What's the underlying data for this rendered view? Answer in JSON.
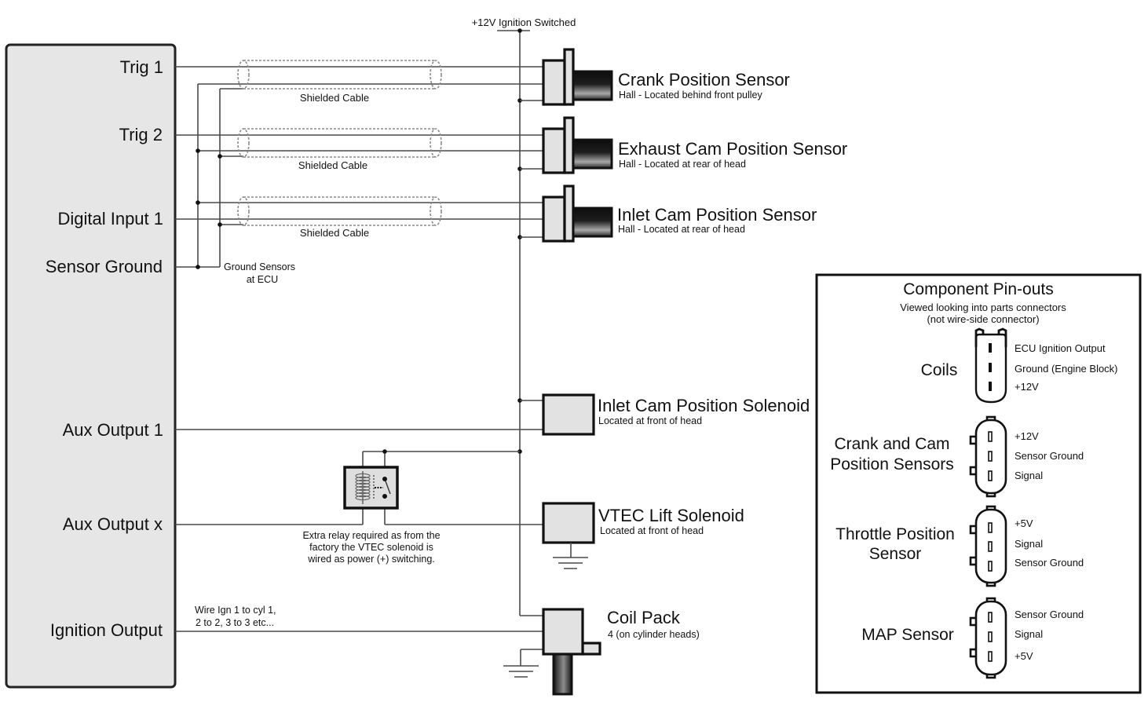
{
  "diagram": {
    "power_label": "+12V Ignition Switched",
    "ecu": {
      "pins": [
        "Trig 1",
        "Trig 2",
        "Digital Input 1",
        "Sensor Ground",
        "Aux Output 1",
        "Aux Output x",
        "Ignition Output"
      ]
    },
    "shielded_cable_labels": [
      "Shielded Cable",
      "Shielded Cable",
      "Shielded Cable"
    ],
    "ground_note": [
      "Ground Sensors",
      "at ECU"
    ],
    "sensors": [
      {
        "name": "Crank Position Sensor",
        "note": "Hall - Located behind front pulley"
      },
      {
        "name": "Exhaust Cam Position Sensor",
        "note": "Hall - Located at rear of head"
      },
      {
        "name": "Inlet Cam Position Sensor",
        "note": "Hall - Located at rear of head"
      }
    ],
    "solenoids": [
      {
        "name": "Inlet Cam Position Solenoid",
        "note": "Located at front of head"
      },
      {
        "name": "VTEC Lift Solenoid",
        "note": "Located at front of head"
      }
    ],
    "relay_note": [
      "Extra relay required as from the",
      "factory the VTEC solenoid is",
      "wired as power (+) switching."
    ],
    "ignition_note": [
      "Wire Ign 1 to cyl 1,",
      "2 to 2, 3 to 3 etc..."
    ],
    "coil_pack": {
      "name": "Coil Pack",
      "note": "4 (on cylinder heads)"
    }
  },
  "pinouts": {
    "title": "Component Pin-outs",
    "subtitle": [
      "Viewed looking into parts connectors",
      "(not wire-side connector)"
    ],
    "components": [
      {
        "label": [
          "Coils"
        ],
        "pins": [
          "ECU Ignition Output",
          "Ground (Engine Block)",
          "+12V"
        ]
      },
      {
        "label": [
          "Crank and Cam",
          "Position Sensors"
        ],
        "pins": [
          "+12V",
          "Sensor Ground",
          "Signal"
        ]
      },
      {
        "label": [
          "Throttle Position",
          "Sensor"
        ],
        "pins": [
          "+5V",
          "Signal",
          "Sensor Ground"
        ]
      },
      {
        "label": [
          "MAP Sensor"
        ],
        "pins": [
          "Sensor Ground",
          "Signal",
          "+5V"
        ]
      }
    ]
  }
}
